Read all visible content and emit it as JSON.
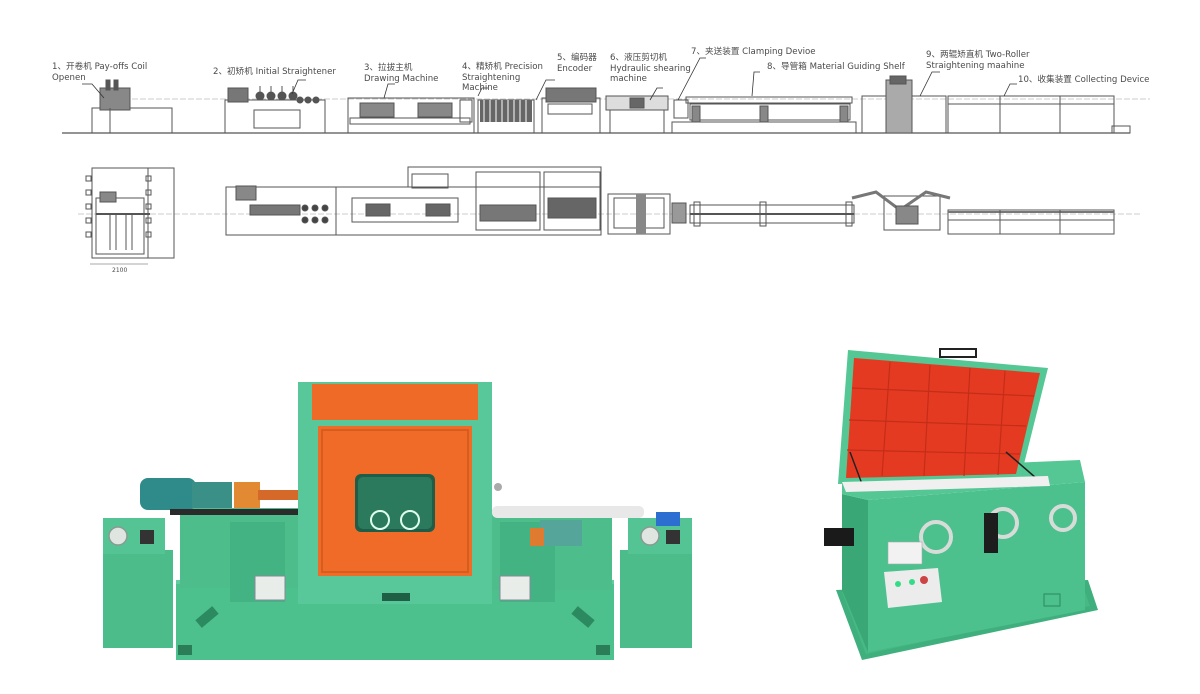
{
  "layout_diagram": {
    "elevation_view_labels": [
      {
        "num": "1",
        "cn": "开卷机",
        "en": "Pay-offs Coil",
        "en2": "Openen"
      },
      {
        "num": "2",
        "cn": "初矫机",
        "en": "Initial Straightener"
      },
      {
        "num": "3",
        "cn": "拉拔主机",
        "en": "Drawing Machine"
      },
      {
        "num": "4",
        "cn": "精矫机",
        "en": "Precision",
        "en2": "Straightening",
        "en3": "Machine"
      },
      {
        "num": "5",
        "cn": "编码器",
        "en": "Encoder"
      },
      {
        "num": "6",
        "cn": "液压剪切机",
        "en": "Hydraulic shearing",
        "en2": "machine"
      },
      {
        "num": "7",
        "cn": "夹送装置",
        "en": "Clamping Devioe"
      },
      {
        "num": "8",
        "cn": "导管箱",
        "en": "Material Guiding Shelf"
      },
      {
        "num": "9",
        "cn": "两辊矫直机",
        "en": "Two-Roller",
        "en2": "Straightening maahine"
      },
      {
        "num": "10",
        "cn": "收集装置",
        "en": "Collecting Device"
      }
    ],
    "plan_view": {
      "dimension_label": "2100"
    }
  },
  "text": {
    "l1a": "1、开卷机 Pay-offs Coil",
    "l1b": "Openen",
    "l2": "2、初矫机 Initial Straightener",
    "l3a": "3、拉拔主机",
    "l3b": "Drawing Machine",
    "l4a": "4、精矫机 Precision",
    "l4b": "Straightening",
    "l4c": "Machine",
    "l5a": "5、编码器",
    "l5b": "Encoder",
    "l6a": "6、液压剪切机",
    "l6b": "Hydraulic shearing",
    "l6c": "machine",
    "l7": "7、夹送装置 Clamping Devioe",
    "l8": "8、导管箱 Material Guiding Shelf",
    "l9a": "9、两辊矫直机 Two-Roller",
    "l9b": "Straightening maahine",
    "l10": "10、收集装置 Collecting Device",
    "dim": "2100"
  },
  "photos": [
    {
      "name": "drawing-machine-photo",
      "description": "Green drawing machine with orange central cover and viewing window"
    },
    {
      "name": "two-roller-straightener-photo",
      "description": "Green two-roller straightening machine with red open lid and three handwheels"
    }
  ],
  "colors": {
    "machine_green": "#4fc08d",
    "machine_green_dark": "#3aa475",
    "cover_orange": "#ee6a26",
    "lid_red": "#e53a22",
    "line_gray": "#555555"
  }
}
